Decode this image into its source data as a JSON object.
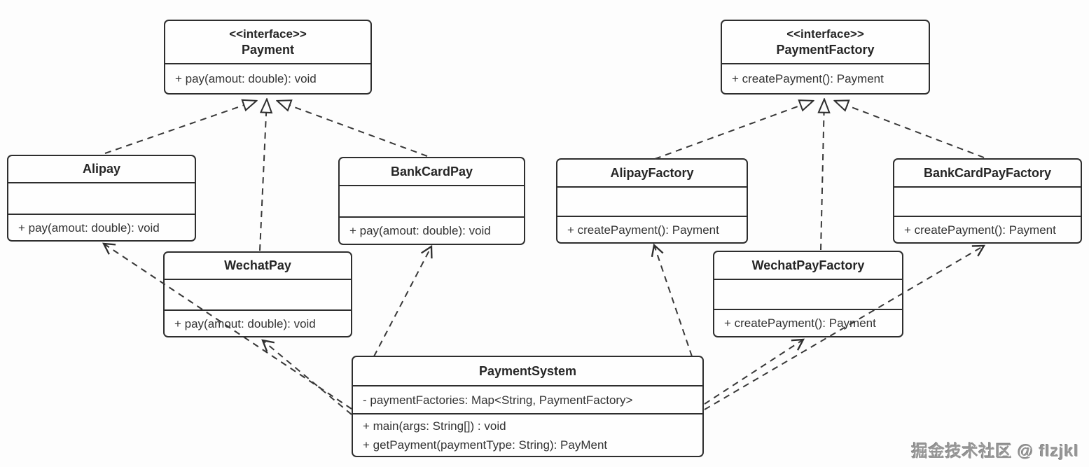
{
  "diagram": {
    "classes": [
      {
        "id": "payment",
        "stereotype": "<<interface>>",
        "name": "Payment",
        "attributes": [],
        "methods": [
          "+ pay(amout: double): void"
        ]
      },
      {
        "id": "alipay",
        "name": "Alipay",
        "attributes": [],
        "methods": [
          "+ pay(amout: double): void"
        ]
      },
      {
        "id": "bankcardpay",
        "name": "BankCardPay",
        "attributes": [],
        "methods": [
          "+ pay(amout: double): void"
        ]
      },
      {
        "id": "wechatpay",
        "name": "WechatPay",
        "attributes": [],
        "methods": [
          "+ pay(amout: double): void"
        ]
      },
      {
        "id": "payment-factory",
        "stereotype": "<<interface>>",
        "name": "PaymentFactory",
        "attributes": [],
        "methods": [
          "+ createPayment(): Payment"
        ]
      },
      {
        "id": "alipay-factory",
        "name": "AlipayFactory",
        "attributes": [],
        "methods": [
          "+ createPayment(): Payment"
        ]
      },
      {
        "id": "bankcardpay-factory",
        "name": "BankCardPayFactory",
        "attributes": [],
        "methods": [
          "+ createPayment(): Payment"
        ]
      },
      {
        "id": "wechatpay-factory",
        "name": "WechatPayFactory",
        "attributes": [],
        "methods": [
          "+ createPayment(): Payment"
        ]
      },
      {
        "id": "payment-system",
        "name": "PaymentSystem",
        "attributes": [
          "- paymentFactories: Map<String, PaymentFactory>"
        ],
        "methods": [
          "+ main(args: String[]) : void",
          "+ getPayment(paymentType: String): PayMent"
        ]
      }
    ],
    "relationships": [
      {
        "from": "Alipay",
        "to": "Payment",
        "type": "realization"
      },
      {
        "from": "WechatPay",
        "to": "Payment",
        "type": "realization"
      },
      {
        "from": "BankCardPay",
        "to": "Payment",
        "type": "realization"
      },
      {
        "from": "AlipayFactory",
        "to": "PaymentFactory",
        "type": "realization"
      },
      {
        "from": "WechatPayFactory",
        "to": "PaymentFactory",
        "type": "realization"
      },
      {
        "from": "BankCardPayFactory",
        "to": "PaymentFactory",
        "type": "realization"
      },
      {
        "from": "PaymentSystem",
        "to": "Alipay",
        "type": "dependency"
      },
      {
        "from": "PaymentSystem",
        "to": "WechatPay",
        "type": "dependency"
      },
      {
        "from": "PaymentSystem",
        "to": "BankCardPay",
        "type": "dependency"
      },
      {
        "from": "PaymentSystem",
        "to": "AlipayFactory",
        "type": "dependency"
      },
      {
        "from": "PaymentSystem",
        "to": "WechatPayFactory",
        "type": "dependency"
      },
      {
        "from": "PaymentSystem",
        "to": "BankCardPayFactory",
        "type": "dependency"
      }
    ],
    "colors": {
      "line": "#383838",
      "border": "#2e2e2e",
      "background": "#fdfdfd",
      "watermark": "#979797"
    },
    "watermark": "掘金技术社区 @ flzjkl"
  }
}
